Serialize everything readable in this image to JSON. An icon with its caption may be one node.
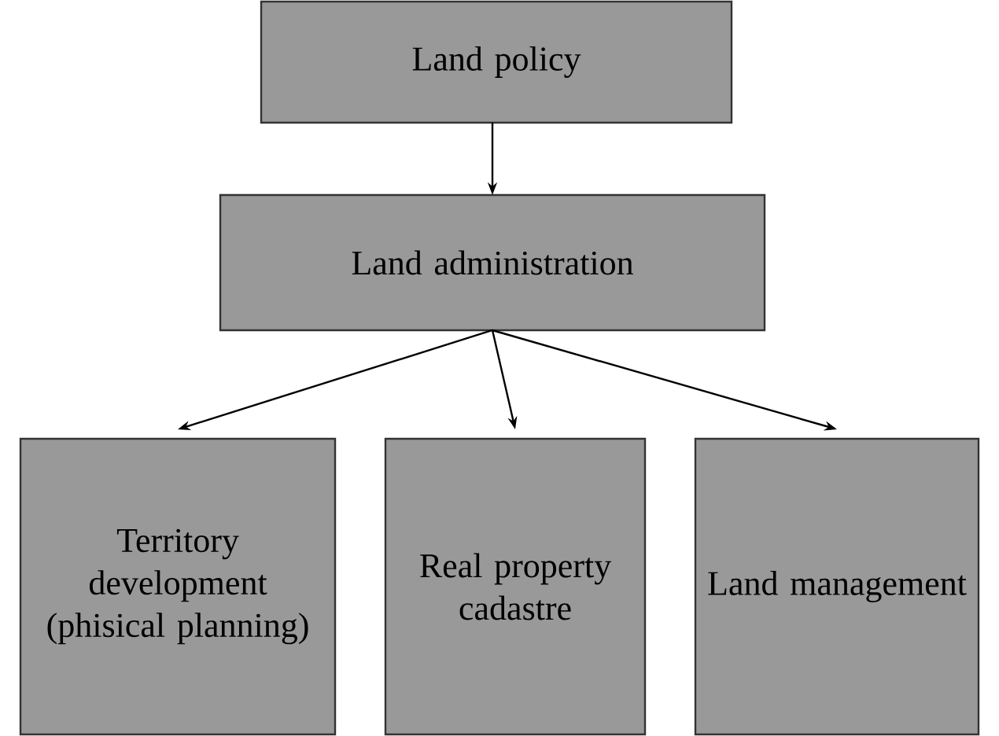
{
  "diagram": {
    "nodes": [
      {
        "text": [
          "Land policy"
        ]
      },
      {
        "text": [
          "Land administration"
        ]
      },
      {
        "text": [
          "Territory development (phisical planning)"
        ]
      },
      {
        "text": [
          "Real property cadastre"
        ]
      },
      {
        "text": [
          "Land management"
        ]
      }
    ],
    "edges": [
      {
        "from": 0,
        "to": 1,
        "arrow": "to"
      },
      {
        "from": 1,
        "to": 2,
        "arrow": "to"
      },
      {
        "from": 1,
        "to": 3,
        "arrow": "to"
      },
      {
        "from": 1,
        "to": 4,
        "arrow": "to"
      }
    ]
  }
}
